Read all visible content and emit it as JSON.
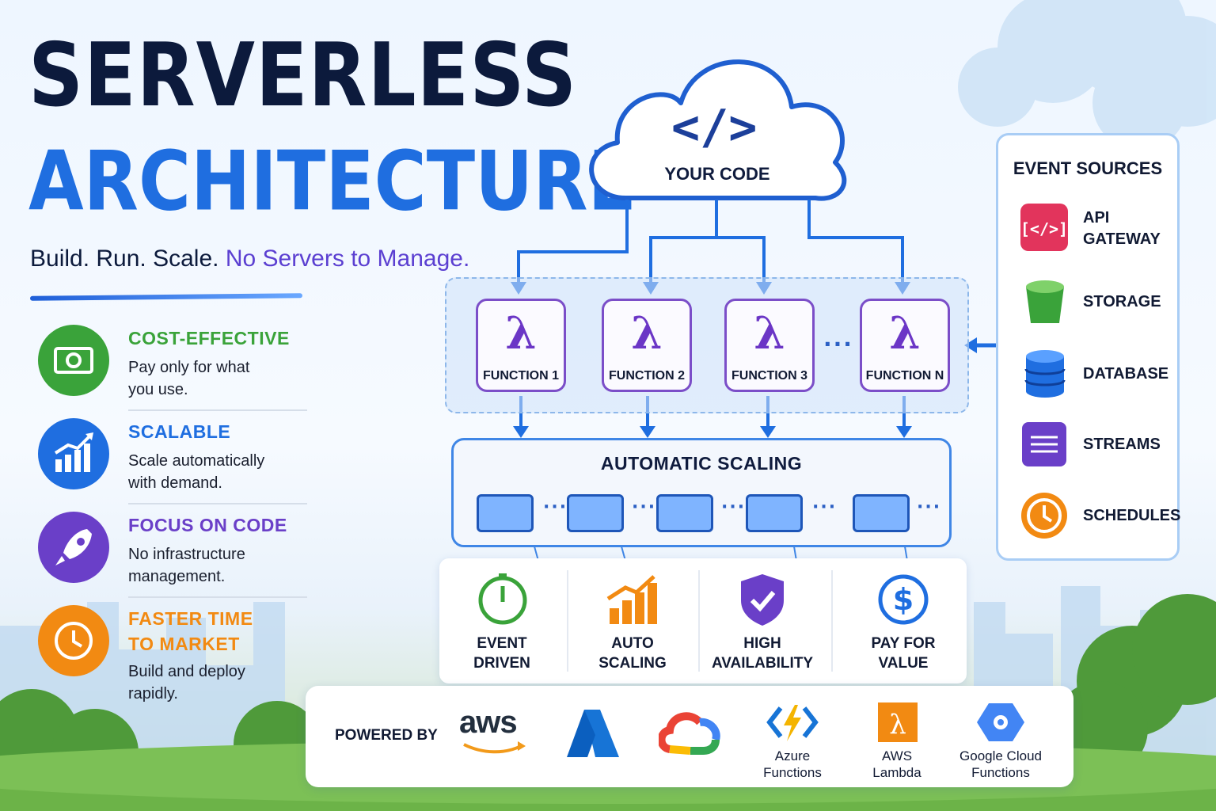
{
  "title": {
    "line1": "SERVERLESS",
    "line2": "ARCHITECTURE"
  },
  "tagline": {
    "part1": "Build. Run. Scale.",
    "part2": "No Servers to Manage."
  },
  "benefits": [
    {
      "title": "COST-EFFECTIVE",
      "desc1": "Pay only for what",
      "desc2": "you use.",
      "color": "#3aa33a",
      "icon": "money-icon"
    },
    {
      "title": "SCALABLE",
      "desc1": "Scale automatically",
      "desc2": "with demand.",
      "color": "#1f6ee0",
      "icon": "growth-chart-icon"
    },
    {
      "title": "FOCUS ON CODE",
      "desc1": "No infrastructure",
      "desc2": "management.",
      "color": "#6a3fc8",
      "icon": "rocket-icon"
    },
    {
      "title": "FASTER TIME",
      "title2": "TO MARKET",
      "desc1": "Build and deploy",
      "desc2": "rapidly.",
      "color": "#f28a12",
      "icon": "clock-icon"
    }
  ],
  "cloud": {
    "glyph": "</>",
    "label": "YOUR CODE"
  },
  "functions": [
    {
      "symbol": "λ",
      "label": "FUNCTION 1"
    },
    {
      "symbol": "λ",
      "label": "FUNCTION 2"
    },
    {
      "symbol": "λ",
      "label": "FUNCTION 3"
    },
    {
      "symbol": "λ",
      "label": "FUNCTION N"
    }
  ],
  "ellipsis": "···",
  "scaling": {
    "title": "AUTOMATIC SCALING"
  },
  "features": [
    {
      "line1": "EVENT",
      "line2": "DRIVEN",
      "icon": "stopwatch-icon"
    },
    {
      "line1": "AUTO",
      "line2": "SCALING",
      "icon": "bar-growth-icon"
    },
    {
      "line1": "HIGH",
      "line2": "AVAILABILITY",
      "icon": "shield-check-icon"
    },
    {
      "line1": "PAY FOR",
      "line2": "VALUE",
      "icon": "dollar-icon"
    }
  ],
  "event_sources": {
    "title": "EVENT SOURCES",
    "items": [
      {
        "line1": "API",
        "line2": "GATEWAY",
        "icon": "api-gateway-icon"
      },
      {
        "line1": "STORAGE",
        "line2": "",
        "icon": "storage-bucket-icon"
      },
      {
        "line1": "DATABASE",
        "line2": "",
        "icon": "database-icon"
      },
      {
        "line1": "STREAMS",
        "line2": "",
        "icon": "streams-icon"
      },
      {
        "line1": "SCHEDULES",
        "line2": "",
        "icon": "schedule-clock-icon"
      }
    ]
  },
  "powered_by": {
    "label": "POWERED BY",
    "aws": "aws",
    "providers": [
      {
        "line1": "Azure",
        "line2": "Functions",
        "icon": "azure-functions-icon"
      },
      {
        "line1": "AWS",
        "line2": "Lambda",
        "icon": "aws-lambda-icon"
      },
      {
        "line1": "Google Cloud",
        "line2": "Functions",
        "icon": "google-cloud-functions-icon"
      }
    ]
  }
}
